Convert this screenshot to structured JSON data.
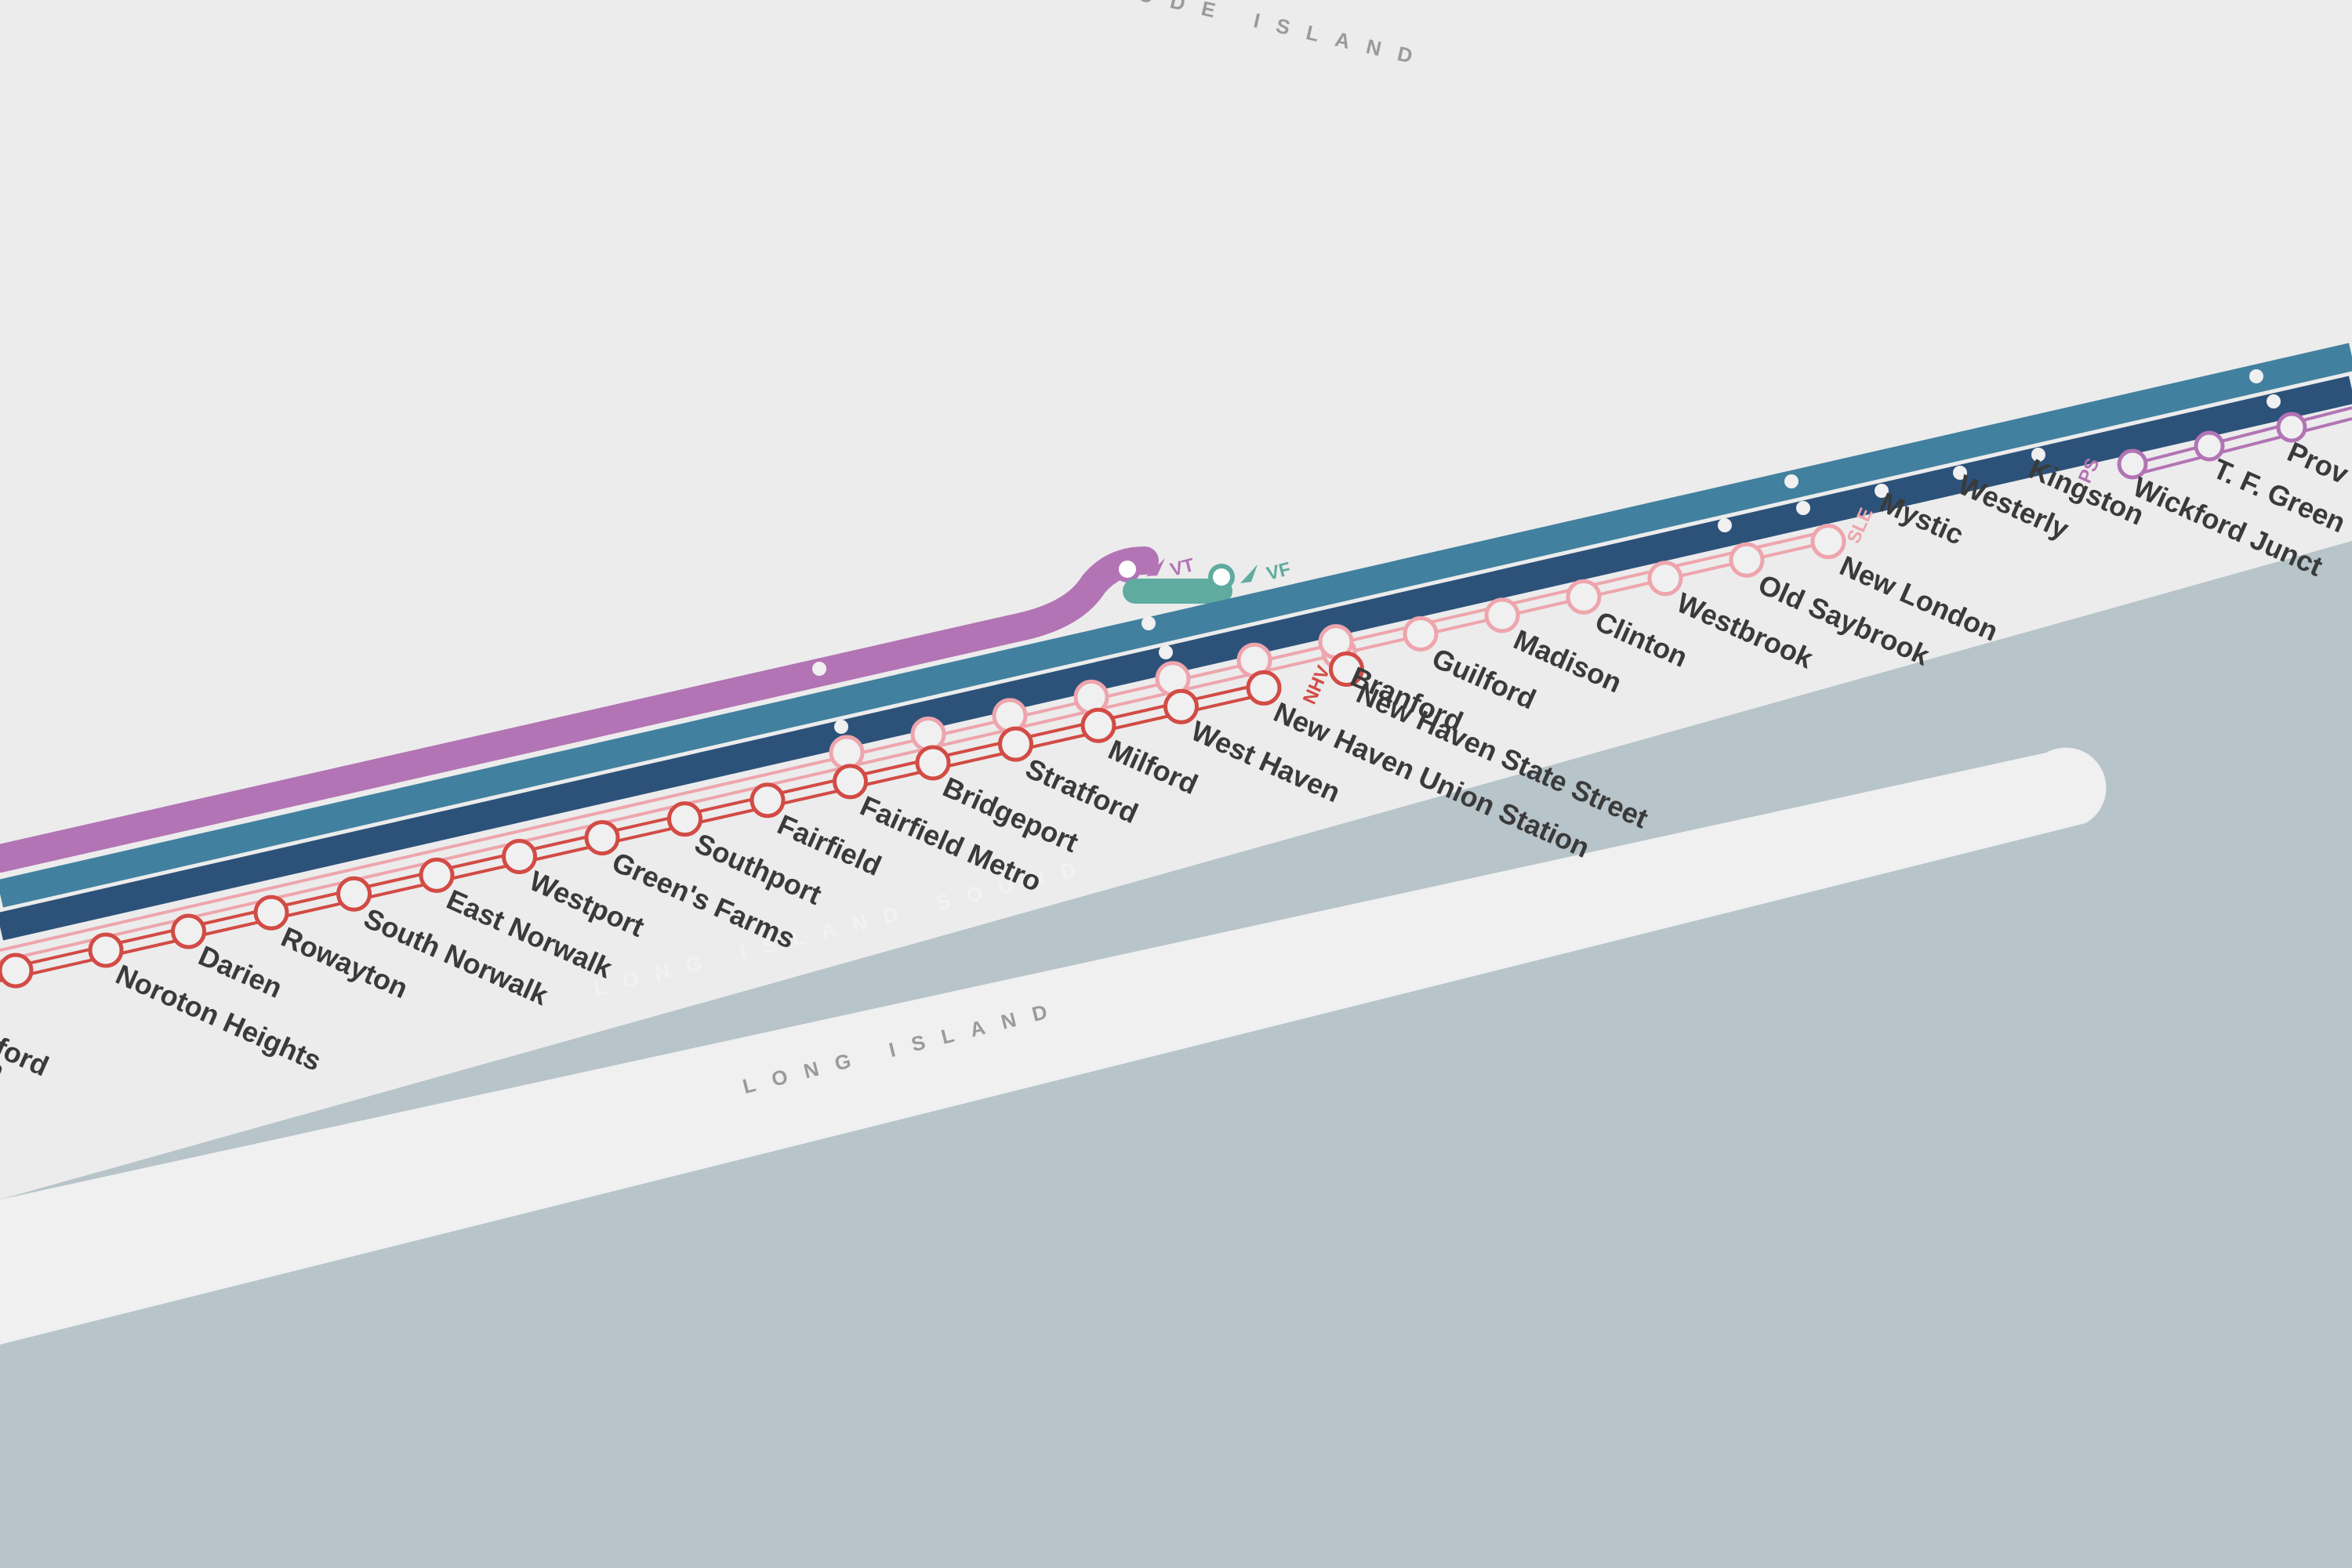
{
  "map": {
    "regions": {
      "rhode_island": "ODE ISLAND",
      "long_island": "LONG ISLAND",
      "long_island_sound": "LONG ISLAND SOUND"
    },
    "colors": {
      "background": "#ececec",
      "water": "#b7c4c9",
      "island": "#f0f0f0",
      "purple": "#b274b4",
      "blue": "#42809f",
      "navy": "#2d527a",
      "pink": "#eea5ad",
      "red": "#d24b45",
      "teal": "#5fab9f",
      "text": "#3a3a3a",
      "region_text": "#9a9a9a"
    },
    "badges": {
      "vt": "VT",
      "vf": "VF",
      "sle": "SLE",
      "nhv": "NHV",
      "ps": "PS"
    },
    "nhv_line": [
      "Noroton Heights",
      "Darien",
      "Rowayton",
      "South Norwalk",
      "East Norwalk",
      "Westport",
      "Green's Farms",
      "Southport",
      "Fairfield",
      "Fairfield Metro",
      "Bridgeport",
      "Stratford",
      "Milford",
      "West Haven",
      "New Haven Union Station",
      "New Haven State Street"
    ],
    "nhv_partial": {
      "a": "tford",
      "b": "ch"
    },
    "sle_line": [
      "Branford",
      "Guilford",
      "Madison",
      "Clinton",
      "Westbrook",
      "Old Saybrook",
      "New London"
    ],
    "ne_line": [
      "Mystic",
      "Westerly",
      "Kingston"
    ],
    "ps_line": [
      "Wickford Junct",
      "T. F. Green",
      "Prov"
    ]
  }
}
